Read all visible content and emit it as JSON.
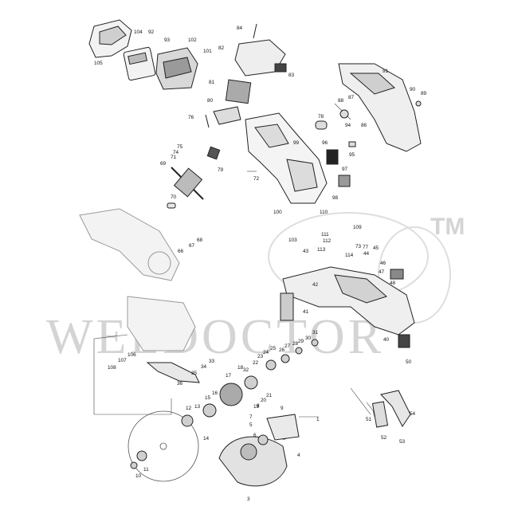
{
  "watermark": {
    "text": "WELDOCTOR",
    "trademark": "TM"
  },
  "part_labels": {
    "p1": "1",
    "p3": "3",
    "p4": "4",
    "p5": "5",
    "p6": "6",
    "p7": "7",
    "p8": "8",
    "p9": "9",
    "p10": "10",
    "p11": "11",
    "p12": "12",
    "p13": "13",
    "p14": "14",
    "p15": "15",
    "p16": "16",
    "p17": "17",
    "p18": "18",
    "p19": "19",
    "p20": "20",
    "p21": "21",
    "p22": "22",
    "p23": "23",
    "p24": "24",
    "p25": "25",
    "p26": "26",
    "p27": "27",
    "p28": "28",
    "p29": "29",
    "p30": "30",
    "p31": "31",
    "p32": "32",
    "p33": "33",
    "p34": "34",
    "p35": "35",
    "p36": "36",
    "p40": "40",
    "p41": "41",
    "p42": "42",
    "p43": "43",
    "p44": "44",
    "p45": "45",
    "p46": "46",
    "p47": "47",
    "p48": "48",
    "p50": "50",
    "p51": "51",
    "p52": "52",
    "p53": "53",
    "p54": "54",
    "p66": "66",
    "p67": "67",
    "p68": "68",
    "p69": "69",
    "p70": "70",
    "p71": "71",
    "p72": "72",
    "p73": "73",
    "p74": "74",
    "p75": "75",
    "p76": "76",
    "p77": "77",
    "p78": "78",
    "p79": "79",
    "p80": "80",
    "p81": "81",
    "p82": "82",
    "p83": "83",
    "p84": "84",
    "p86": "86",
    "p87": "87",
    "p88": "88",
    "p89": "89",
    "p90": "90",
    "p91": "91",
    "p92": "92",
    "p93": "93",
    "p94": "94",
    "p95": "95",
    "p96": "96",
    "p97": "97",
    "p98": "98",
    "p99": "99",
    "p100": "100",
    "p101": "101",
    "p102": "102",
    "p103": "103",
    "p104": "104",
    "p105": "105",
    "p106": "106",
    "p107": "107",
    "p108": "108",
    "p109": "109",
    "p110": "110",
    "p111": "111",
    "p112": "112",
    "p113": "113",
    "p114": "114"
  }
}
